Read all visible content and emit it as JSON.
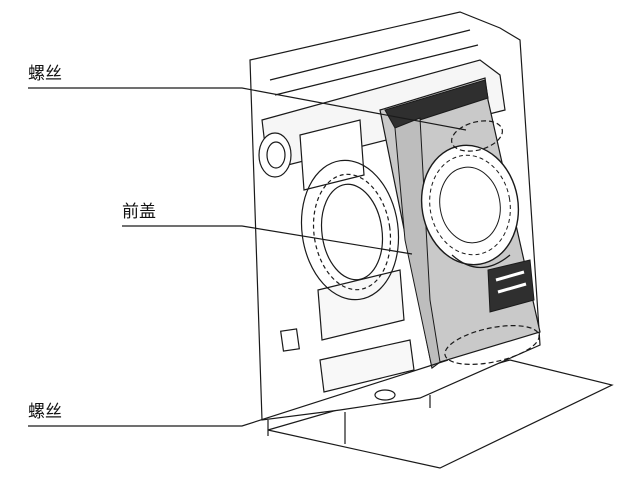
{
  "callouts": {
    "screw_top": "螺丝",
    "front_cover": "前盖",
    "screw_bottom": "螺丝"
  },
  "colors": {
    "line": "#1a1a1a",
    "cover_fill": "#c9c9c9",
    "cover_dark": "#3a3a3a",
    "body_fill": "#ffffff",
    "mat_fill": "#ffffff"
  }
}
